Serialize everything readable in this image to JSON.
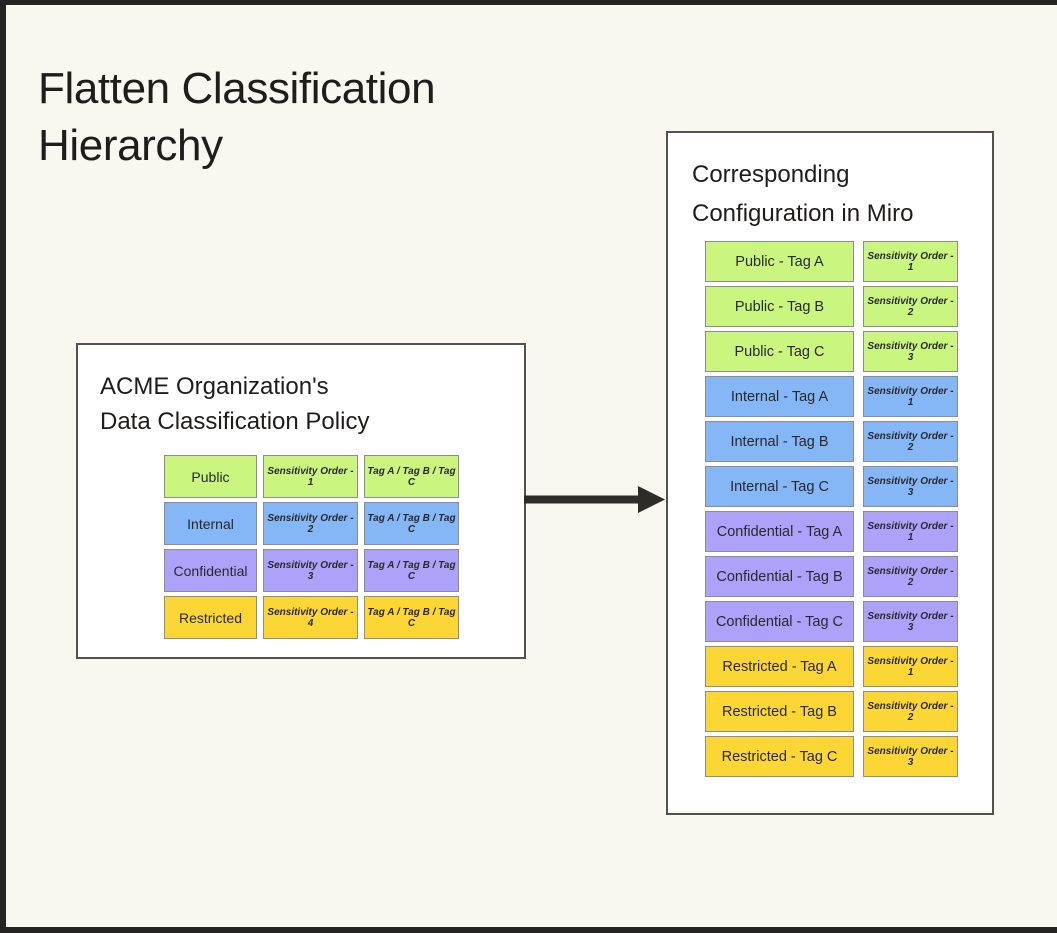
{
  "page": {
    "title": "Flatten Classification\nHierarchy",
    "background_color": "#faf6f0",
    "frame_color": "#262321"
  },
  "colors": {
    "public": "#caf57f",
    "internal": "#85b6f5",
    "confidential": "#aca2fa",
    "restricted": "#fbd634",
    "tile_border": "#8d8d8d",
    "panel_border": "#55514c",
    "text": "#29292b",
    "arrow": "#2e2b29"
  },
  "left_panel": {
    "title": "ACME Organization's\nData Classification Policy",
    "rows": [
      {
        "level": "Public",
        "sensitivity": "Sensitivity Order - 1",
        "tags": "Tag A / Tag B / Tag C",
        "color_key": "public"
      },
      {
        "level": "Internal",
        "sensitivity": "Sensitivity Order - 2",
        "tags": "Tag A / Tag B / Tag C",
        "color_key": "internal"
      },
      {
        "level": "Confidential",
        "sensitivity": "Sensitivity Order - 3",
        "tags": "Tag A / Tag B / Tag C",
        "color_key": "confidential"
      },
      {
        "level": "Restricted",
        "sensitivity": "Sensitivity Order - 4",
        "tags": "Tag A / Tag B / Tag C",
        "color_key": "restricted"
      }
    ]
  },
  "right_panel": {
    "title": "Corresponding\nConfiguration in Miro",
    "rows": [
      {
        "label": "Public - Tag A",
        "sensitivity": "Sensitivity Order - 1",
        "color_key": "public"
      },
      {
        "label": "Public - Tag B",
        "sensitivity": "Sensitivity Order - 2",
        "color_key": "public"
      },
      {
        "label": "Public - Tag C",
        "sensitivity": "Sensitivity Order - 3",
        "color_key": "public"
      },
      {
        "label": "Internal - Tag A",
        "sensitivity": "Sensitivity Order - 1",
        "color_key": "internal"
      },
      {
        "label": "Internal - Tag B",
        "sensitivity": "Sensitivity Order - 2",
        "color_key": "internal"
      },
      {
        "label": "Internal - Tag C",
        "sensitivity": "Sensitivity Order - 3",
        "color_key": "internal"
      },
      {
        "label": "Confidential - Tag A",
        "sensitivity": "Sensitivity Order - 1",
        "color_key": "confidential"
      },
      {
        "label": "Confidential - Tag B",
        "sensitivity": "Sensitivity Order - 2",
        "color_key": "confidential"
      },
      {
        "label": "Confidential - Tag C",
        "sensitivity": "Sensitivity Order - 3",
        "color_key": "confidential"
      },
      {
        "label": "Restricted - Tag A",
        "sensitivity": "Sensitivity Order - 1",
        "color_key": "restricted"
      },
      {
        "label": "Restricted - Tag B",
        "sensitivity": "Sensitivity Order - 2",
        "color_key": "restricted"
      },
      {
        "label": "Restricted - Tag C",
        "sensitivity": "Sensitivity Order - 3",
        "color_key": "restricted"
      }
    ]
  },
  "connector": {
    "name": "flow-arrow",
    "direction": "right"
  }
}
